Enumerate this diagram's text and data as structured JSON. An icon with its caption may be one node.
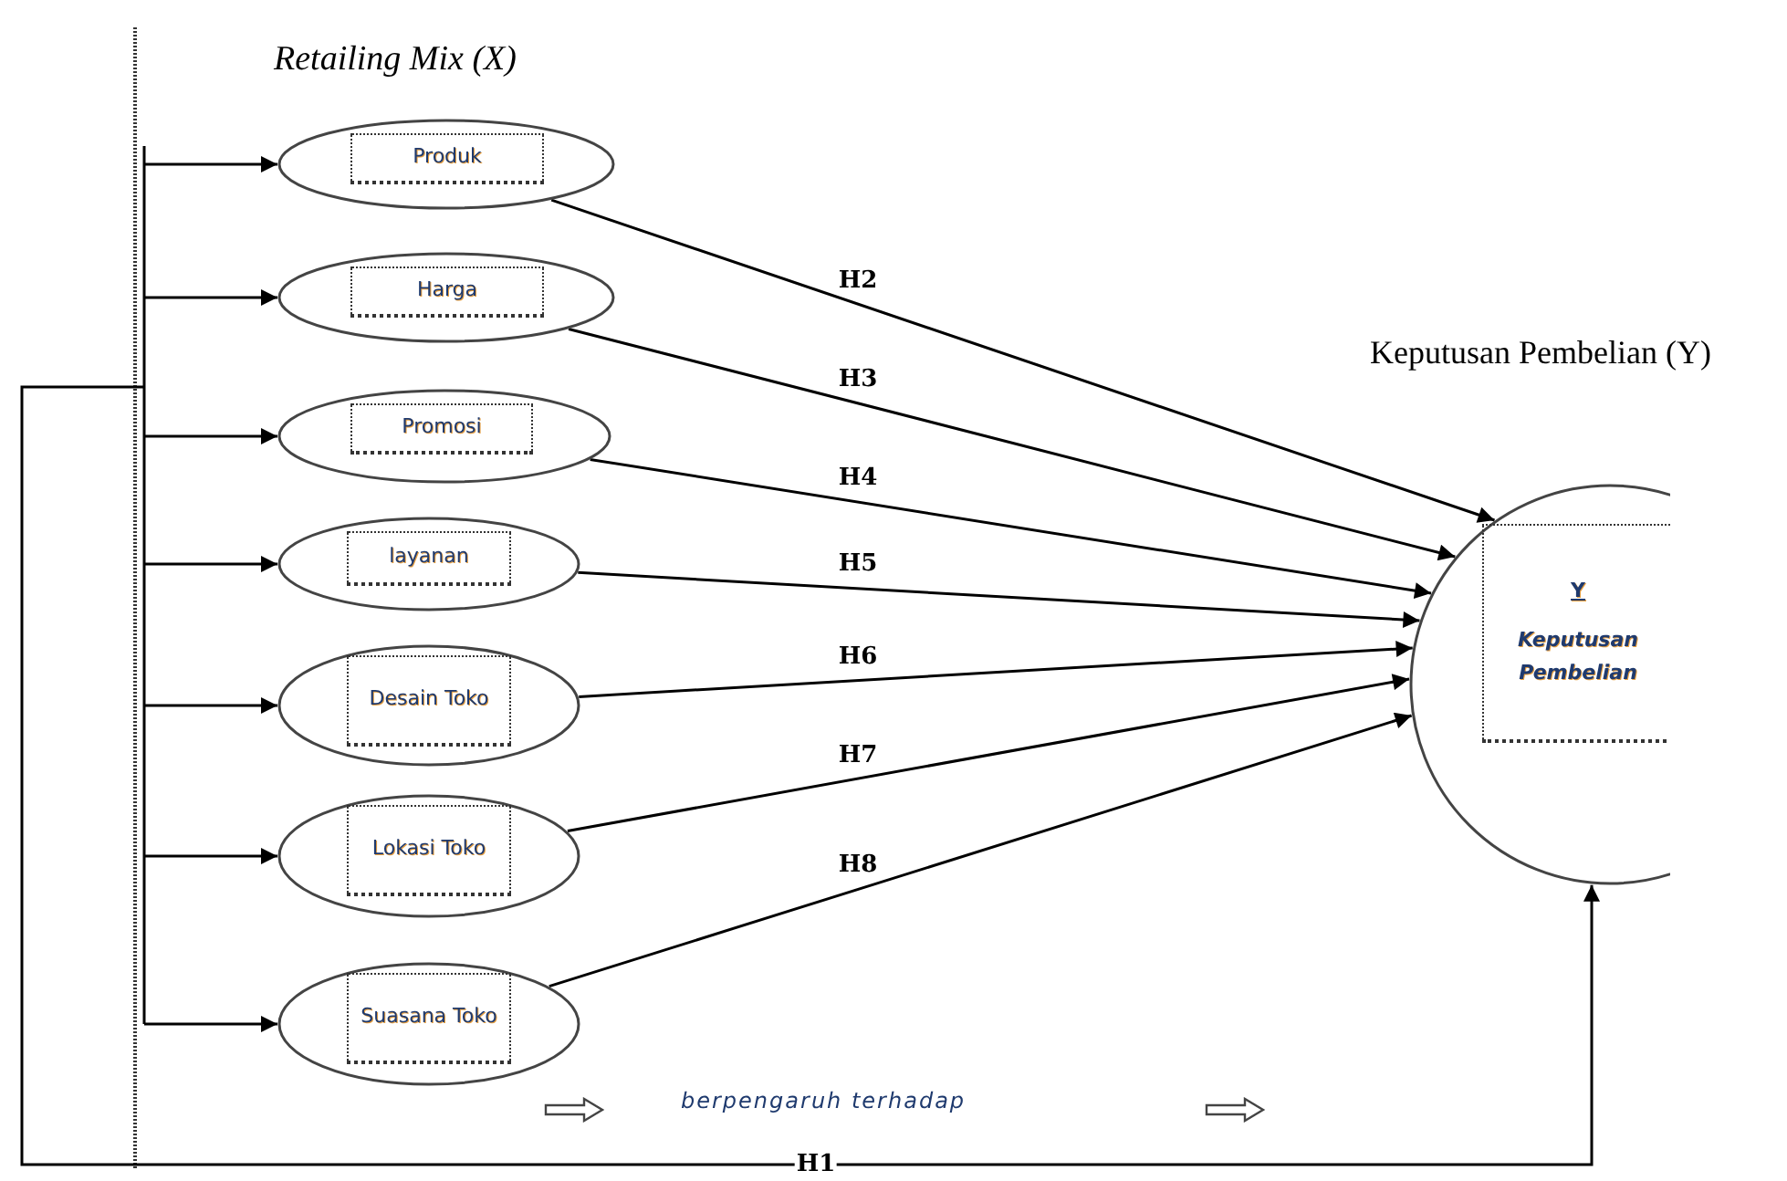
{
  "diagram": {
    "title": "Retailing Mix (X)",
    "nodes": [
      {
        "text": [
          "Produk"
        ]
      },
      {
        "text": [
          "Harga"
        ]
      },
      {
        "text": [
          "Promosi"
        ]
      },
      {
        "text": [
          "layanan"
        ]
      },
      {
        "text": [
          "Desain Toko"
        ]
      },
      {
        "text": [
          "Lokasi Toko"
        ]
      },
      {
        "text": [
          "Suasana Toko"
        ]
      },
      {
        "text": [
          "Y",
          "Keputusan Pembelian"
        ],
        "beside": [
          "Keputusan Pembelian (Y)"
        ]
      }
    ],
    "edges": [
      {
        "from": null,
        "to": 0,
        "arrow": "to"
      },
      {
        "from": null,
        "to": 1,
        "arrow": "to"
      },
      {
        "from": null,
        "to": 2,
        "arrow": "to"
      },
      {
        "from": null,
        "to": 3,
        "arrow": "to"
      },
      {
        "from": null,
        "to": 4,
        "arrow": "to"
      },
      {
        "from": null,
        "to": 5,
        "arrow": "to"
      },
      {
        "from": null,
        "to": 6,
        "arrow": "to"
      },
      {
        "from": 0,
        "to": 7,
        "arrow": "to",
        "label": "H2"
      },
      {
        "from": 1,
        "to": 7,
        "arrow": "to",
        "label": "H3"
      },
      {
        "from": 2,
        "to": 7,
        "arrow": "to",
        "label": "H4"
      },
      {
        "from": 3,
        "to": 7,
        "arrow": "to",
        "label": "H5"
      },
      {
        "from": 4,
        "to": 7,
        "arrow": "to",
        "label": "H6"
      },
      {
        "from": 5,
        "to": 7,
        "arrow": "to",
        "label": "H7"
      },
      {
        "from": 6,
        "to": 7,
        "arrow": "to",
        "label": "H8"
      },
      {
        "from": null,
        "to": 7,
        "arrow": "to",
        "label": "H1"
      }
    ],
    "labels": [
      "berpengaruh terhadap"
    ]
  }
}
